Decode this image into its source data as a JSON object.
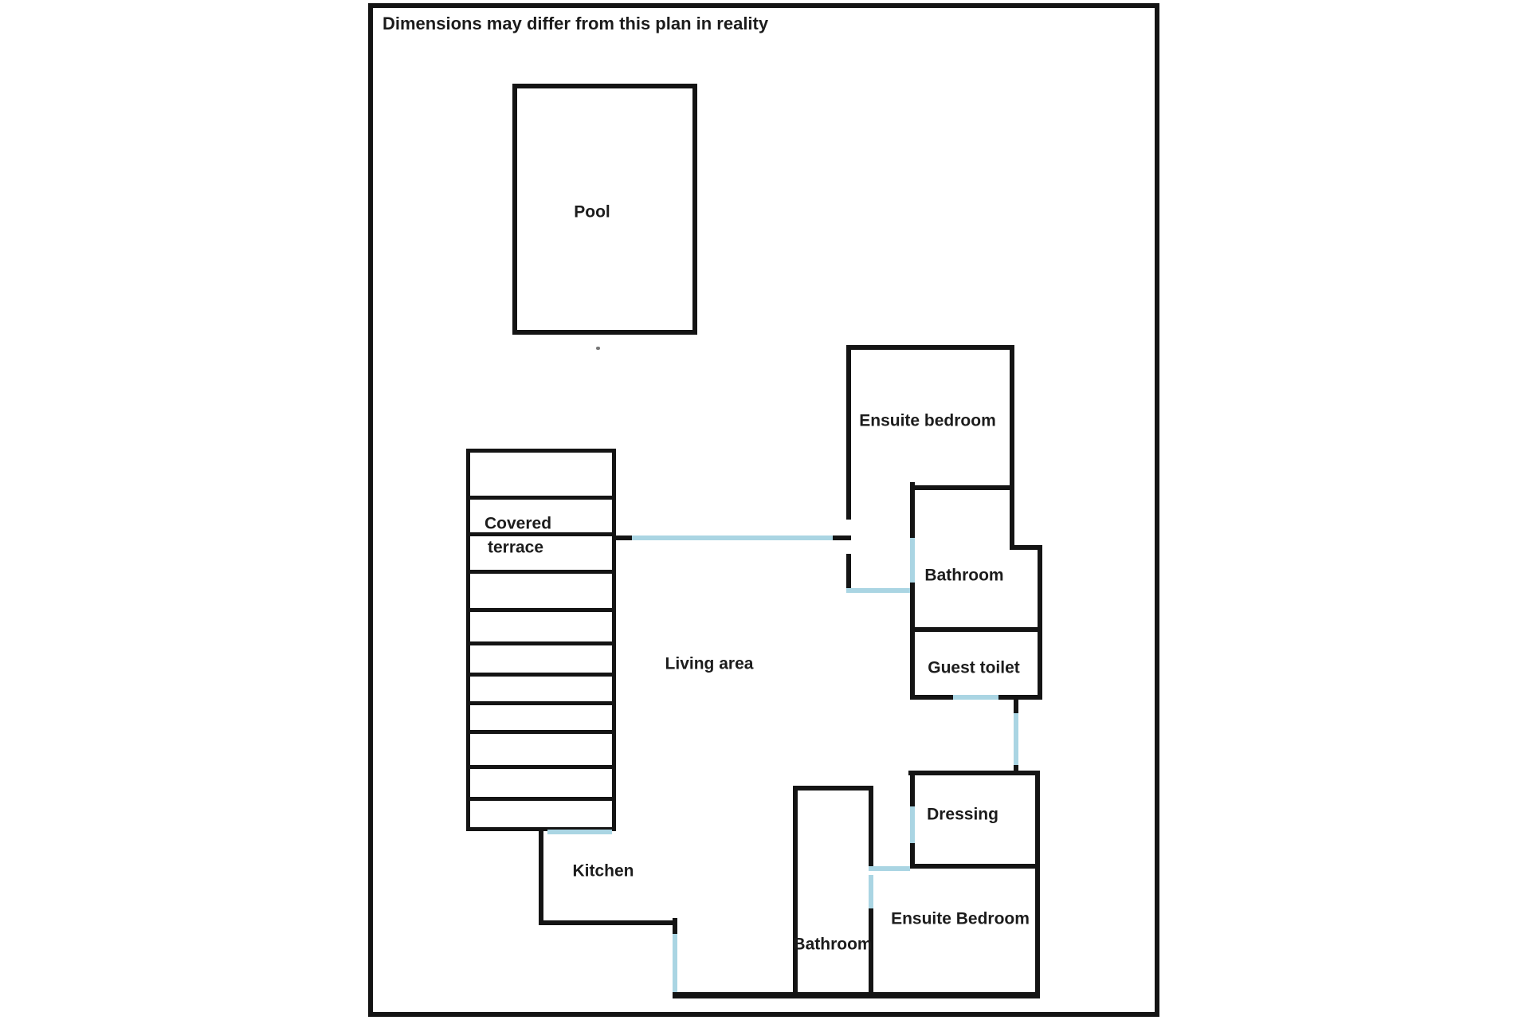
{
  "disclaimer": "Dimensions may differ from this plan in reality",
  "rooms": {
    "pool": "Pool",
    "covered_terrace_line1": "Covered",
    "covered_terrace_line2": "terrace",
    "living_area": "Living area",
    "kitchen": "Kitchen",
    "ensuite_bedroom_top": "Ensuite bedroom",
    "bathroom_top": "Bathroom",
    "guest_toilet": "Guest toilet",
    "dressing": "Dressing",
    "ensuite_bedroom_bottom": "Ensuite Bedroom",
    "bathroom_bottom": "Bathroom"
  },
  "colors": {
    "wall": "#141414",
    "door": "#aad5e3",
    "text": "#1c1c1c"
  }
}
